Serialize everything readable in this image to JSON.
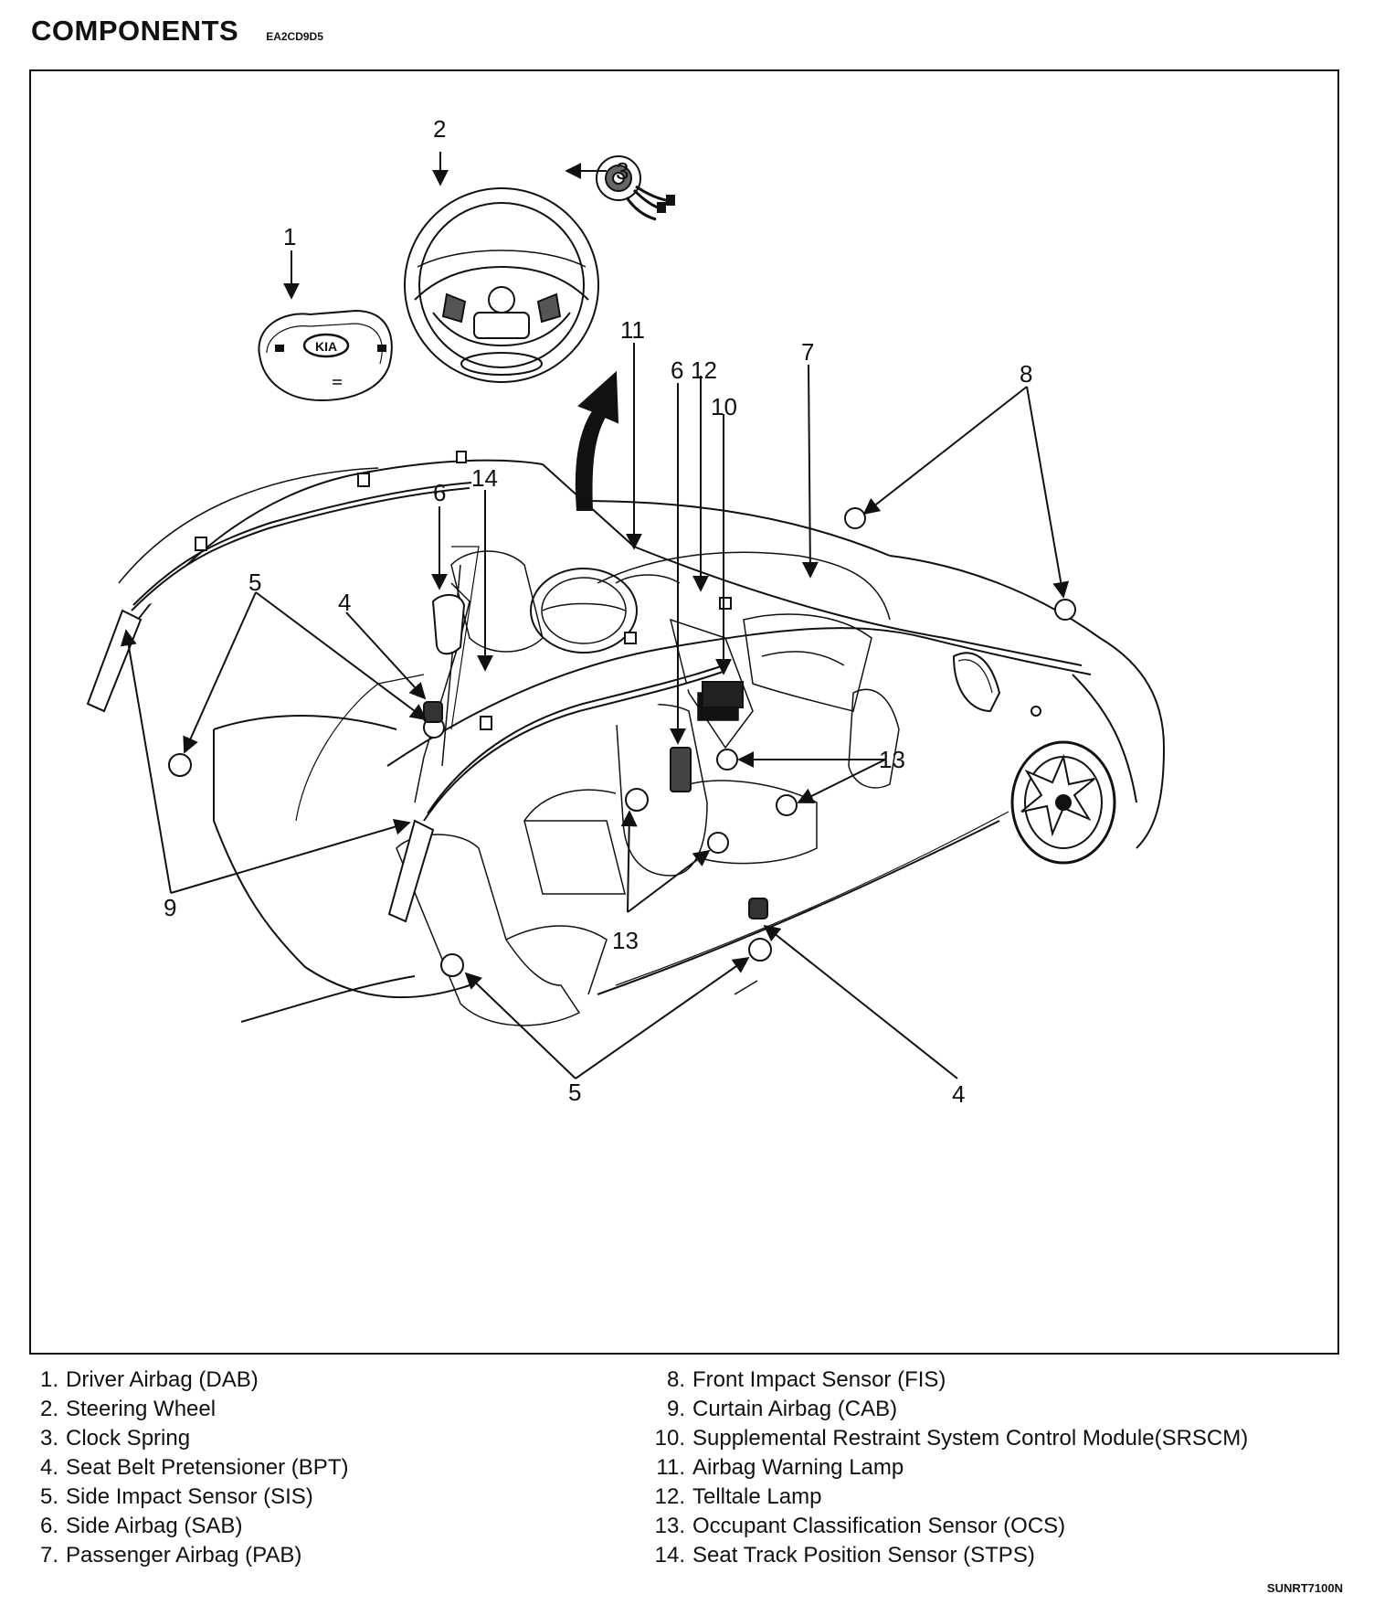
{
  "header": {
    "title": "COMPONENTS",
    "code": "EA2CD9D5"
  },
  "callouts": {
    "n1": "1",
    "n2": "2",
    "n3": "3",
    "n4a": "4",
    "n4b": "4",
    "n5a": "5",
    "n5b": "5",
    "n6a": "6",
    "n6b": "6",
    "n7": "7",
    "n8": "8",
    "n9": "9",
    "n10": "10",
    "n11": "11",
    "n12": "12",
    "n13a": "13",
    "n13b": "13",
    "n14": "14"
  },
  "logo_text": "KIA",
  "legend_left": [
    {
      "num": "1.",
      "text": "Driver Airbag (DAB)"
    },
    {
      "num": "2.",
      "text": "Steering Wheel"
    },
    {
      "num": "3.",
      "text": "Clock Spring"
    },
    {
      "num": "4.",
      "text": "Seat Belt Pretensioner (BPT)"
    },
    {
      "num": "5.",
      "text": "Side Impact Sensor (SIS)"
    },
    {
      "num": "6.",
      "text": "Side Airbag (SAB)"
    },
    {
      "num": "7.",
      "text": "Passenger Airbag (PAB)"
    }
  ],
  "legend_right": [
    {
      "num": "8.",
      "text": "Front Impact Sensor (FIS)"
    },
    {
      "num": "9.",
      "text": "Curtain Airbag (CAB)"
    },
    {
      "num": "10.",
      "text": "Supplemental Restraint System Control Module(SRSCM)"
    },
    {
      "num": "11.",
      "text": "Airbag Warning Lamp"
    },
    {
      "num": "12.",
      "text": "Telltale Lamp"
    },
    {
      "num": "13.",
      "text": "Occupant Classification Sensor (OCS)"
    },
    {
      "num": "14.",
      "text": "Seat Track Position Sensor (STPS)"
    }
  ],
  "footer": {
    "image_code": "SUNRT7100N"
  }
}
